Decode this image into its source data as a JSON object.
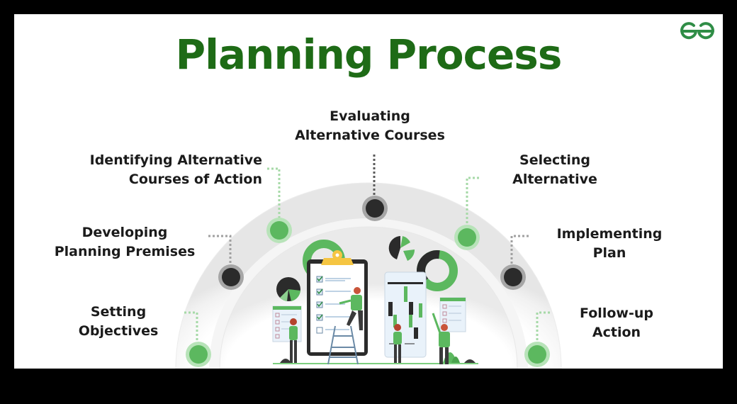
{
  "title": "Planning Process",
  "logo": {
    "icon": "geeksforgeeks-logo-icon",
    "color": "#2f8d46"
  },
  "colors": {
    "title": "#1e6b16",
    "accent_green": "#5cb85f",
    "dark_node": "#2b2b2b",
    "text": "#1b1b1b",
    "clipboard_clip": "#f5c542"
  },
  "steps": [
    {
      "id": 1,
      "line1": "Setting",
      "line2": "Objectives",
      "node": "green"
    },
    {
      "id": 2,
      "line1": "Developing",
      "line2": "Planning Premises",
      "node": "dark"
    },
    {
      "id": 3,
      "line1": "Identifying Alternative",
      "line2": "Courses of Action",
      "node": "green"
    },
    {
      "id": 4,
      "line1": "Evaluating",
      "line2": "Alternative Courses",
      "node": "dark"
    },
    {
      "id": 5,
      "line1": "Selecting",
      "line2": "Alternative",
      "node": "green"
    },
    {
      "id": 6,
      "line1": "Implementing",
      "line2": "Plan",
      "node": "dark"
    },
    {
      "id": 7,
      "line1": "Follow-up",
      "line2": "Action",
      "node": "green"
    }
  ],
  "illustration": {
    "description": "team-planning-illustration",
    "elements": [
      "clipboard-checklist",
      "calendar-board",
      "donut-charts",
      "pie-charts",
      "people",
      "ladder"
    ]
  }
}
